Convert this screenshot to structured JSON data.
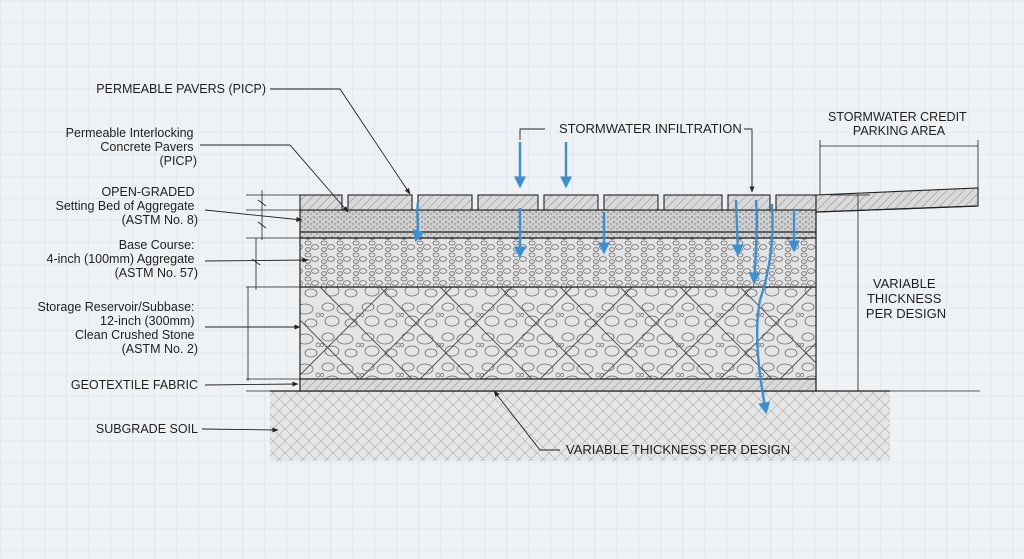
{
  "labels": {
    "pavers_title": "PERMEABLE PAVERS (PICP)",
    "picp": [
      "Permeable Interlocking",
      "Concrete Pavers",
      "(PICP)"
    ],
    "setting_bed": [
      "OPEN-GRADED",
      "Setting Bed of Aggregate",
      "(ASTM No. 8)"
    ],
    "base_course": [
      "Base Course:",
      "4-inch (100mm) Aggregate",
      "(ASTM No. 57)"
    ],
    "reservoir": [
      "Storage Reservoir/Subbase:",
      "12-inch (300mm)",
      "Clean Crushed Stone",
      "(ASTM No. 2)"
    ],
    "geotextile": "GEOTEXTILE FABRIC",
    "subgrade": "SUBGRADE SOIL",
    "infiltration": "STORMWATER INFILTRATION",
    "credit_area": [
      "STORMWATER CREDIT",
      "PARKING AREA"
    ],
    "variable_side": [
      "VARIABLE",
      "THICKNESS",
      "PER DESIGN"
    ],
    "variable_bottom": "VARIABLE THICKNESS PER DESIGN"
  },
  "colors": {
    "background": "#eef2f5",
    "grid": "#d3dbe2",
    "line": "#222222",
    "water_arrow": "#3b8fd3",
    "paver_fill": "#d6d6d6",
    "aggregate_fill": "#e4e4e4",
    "geotextile_fill": "#9a9a9a"
  }
}
